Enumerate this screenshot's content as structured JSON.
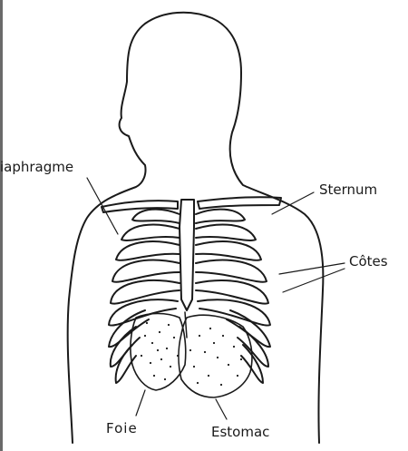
{
  "labels": {
    "diaphragme": "iaphragme",
    "sternum": "Sternum",
    "cotes": "Côtes",
    "foie": "Foie",
    "estomac": "Estomac"
  },
  "colors": {
    "ink": "#1a1a1a",
    "background": "#ffffff",
    "edge": "#6a6a6a"
  }
}
